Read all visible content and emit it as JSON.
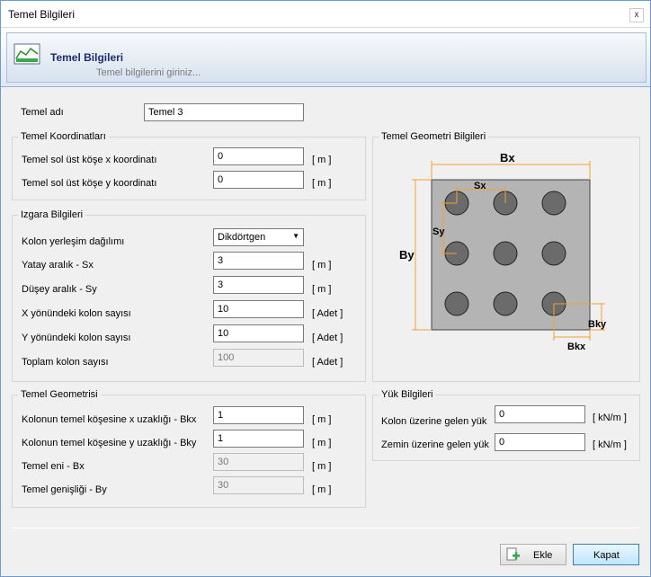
{
  "window": {
    "title": "Temel Bilgileri",
    "close_glyph": "x"
  },
  "banner": {
    "title": "Temel Bilgileri",
    "subtitle": "Temel bilgilerini giriniz..."
  },
  "temel_adi": {
    "label": "Temel adı",
    "value": "Temel 3"
  },
  "koordinatlar": {
    "title": "Temel Koordinatları",
    "x_label": "Temel sol üst köşe x koordinatı",
    "x_value": "0",
    "x_unit": "[ m ]",
    "y_label": "Temel sol üst köşe y koordinatı",
    "y_value": "0",
    "y_unit": "[ m ]"
  },
  "izgara": {
    "title": "Izgara Bilgileri",
    "dagilim_label": "Kolon yerleşim dağılımı",
    "dagilim_value": "Dikdörtgen",
    "sx_label": "Yatay aralık - Sx",
    "sx_value": "3",
    "sx_unit": "[ m ]",
    "sy_label": "Düşey aralık - Sy",
    "sy_value": "3",
    "sy_unit": "[ m ]",
    "nx_label": "X yönündeki kolon sayısı",
    "nx_value": "10",
    "nx_unit": "[ Adet ]",
    "ny_label": "Y yönündeki kolon sayısı",
    "ny_value": "10",
    "ny_unit": "[ Adet ]",
    "total_label": "Toplam kolon sayısı",
    "total_value": "100",
    "total_unit": "[ Adet ]"
  },
  "geometri": {
    "title": "Temel  Geometrisi",
    "bkx_label": "Kolonun temel köşesine x uzaklığı - Bkx",
    "bkx_value": "1",
    "bkx_unit": "[ m ]",
    "bky_label": "Kolonun temel köşesine y uzaklığı - Bky",
    "bky_value": "1",
    "bky_unit": "[ m ]",
    "bx_label": "Temel eni - Bx",
    "bx_value": "30",
    "bx_unit": "[ m ]",
    "by_label": "Temel genişliği - By",
    "by_value": "30",
    "by_unit": "[ m ]"
  },
  "geometri_bilgileri": {
    "title": "Temel Geometri Bilgileri",
    "bx": "Bx",
    "by": "By",
    "sx": "Sx",
    "sy": "Sy",
    "bkx": "Bkx",
    "bky": "Bky"
  },
  "yuk": {
    "title": "Yük Bilgileri",
    "kolon_label": "Kolon üzerine gelen yük",
    "kolon_value": "0",
    "kolon_unit": "[ kN/m ]",
    "zemin_label": "Zemin üzerine gelen yük",
    "zemin_value": "0",
    "zemin_unit": "[ kN/m ]"
  },
  "buttons": {
    "ekle": "Ekle",
    "kapat": "Kapat"
  },
  "colors": {
    "dimension_line": "#f0a030",
    "column_fill": "#6b6b6b",
    "slab_fill": "#b4b4b4",
    "accent": "#1c2d6e"
  }
}
